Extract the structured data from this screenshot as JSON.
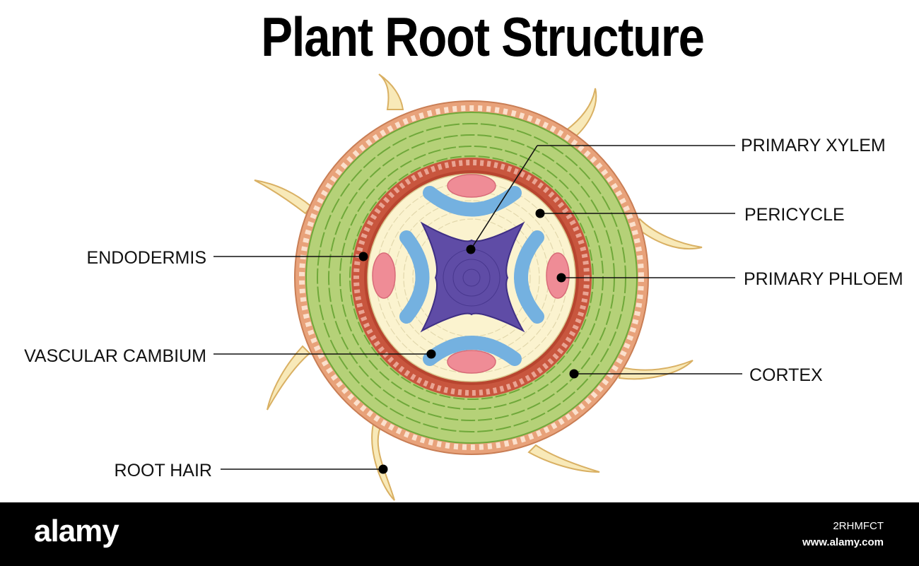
{
  "title": "Plant Root Structure",
  "labels": {
    "primary_xylem": "PRIMARY XYLEM",
    "pericycle": "PERICYCLE",
    "primary_phloem": "PRIMARY PHLOEM",
    "cortex": "CORTEX",
    "endodermis": "ENDODERMIS",
    "vascular_cambium": "VASCULAR CAMBIUM",
    "root_hair": "ROOT HAIR"
  },
  "watermark": {
    "logo": "alamy",
    "image_id": "2RHMFCT",
    "url": "www.alamy.com"
  },
  "colors": {
    "epidermis": "#e8a27a",
    "cortex": "#b5d178",
    "cortex_cells": "#6fa83a",
    "endodermis": "#c8563e",
    "pericycle": "#fbf3cf",
    "cambium": "#74b1e0",
    "phloem": "#ef8c96",
    "xylem": "#5f4ca6",
    "root_hair": "#f8e9b8"
  }
}
